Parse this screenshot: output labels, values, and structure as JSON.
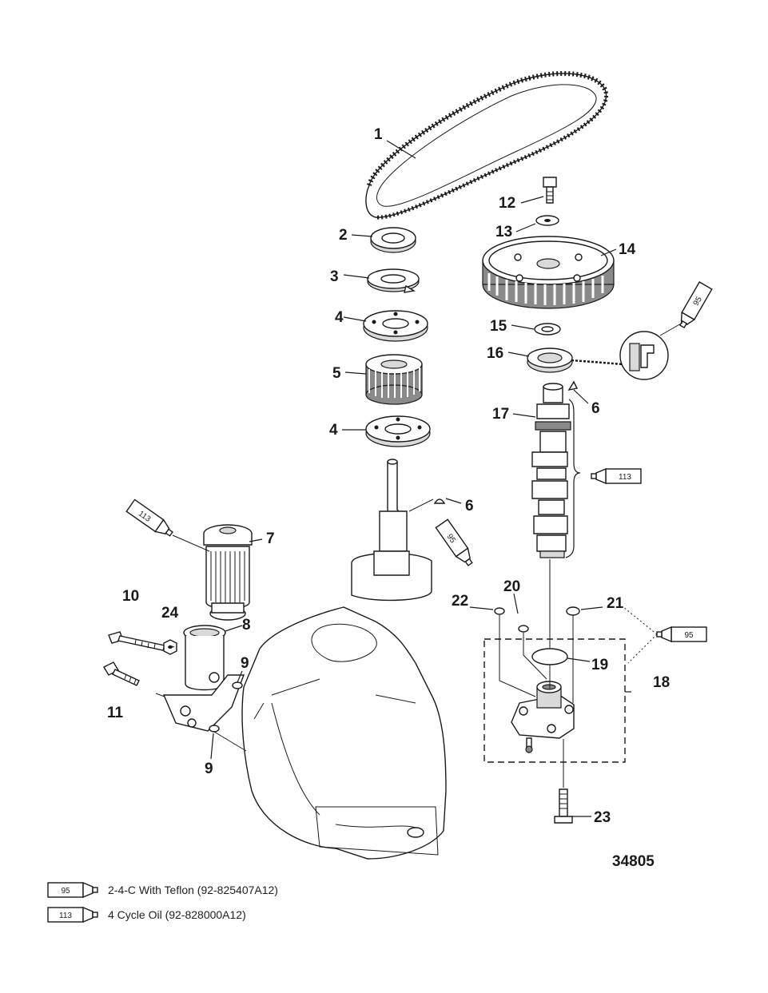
{
  "callouts": {
    "c1": "1",
    "c2": "2",
    "c3": "3",
    "c4a": "4",
    "c4b": "4",
    "c5": "5",
    "c6a": "6",
    "c6b": "6",
    "c7": "7",
    "c8": "8",
    "c9a": "9",
    "c9b": "9",
    "c10": "10",
    "c11": "11",
    "c12": "12",
    "c13": "13",
    "c14": "14",
    "c15": "15",
    "c16": "16",
    "c17": "17",
    "c18": "18",
    "c19": "19",
    "c20": "20",
    "c21": "21",
    "c22": "22",
    "c23": "23",
    "c24": "24"
  },
  "tubes": {
    "t95a": "95",
    "t95b": "95",
    "t95c": "95",
    "t113a": "113",
    "t113b": "113"
  },
  "reference_number": "34805",
  "legend": [
    {
      "tube": "95",
      "text": "2-4-C  With Teflon (92-825407A12)"
    },
    {
      "tube": "113",
      "text": "4 Cycle Oil (92-828000A12)"
    }
  ]
}
